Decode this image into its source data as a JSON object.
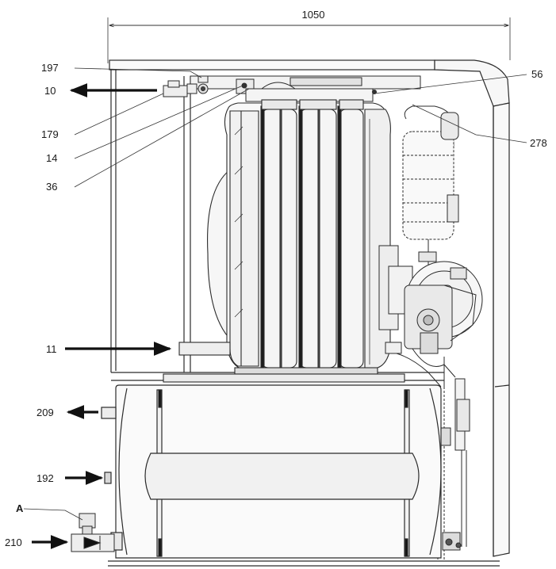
{
  "dimension": {
    "width_label": "1050"
  },
  "callouts": {
    "c197": "197",
    "c10": "10",
    "c179": "179",
    "c14": "14",
    "c36": "36",
    "c56": "56",
    "c278": "278",
    "c11": "11",
    "c209": "209",
    "c192": "192",
    "cA": "A",
    "c210": "210"
  },
  "colors": {
    "line": "#2b2b2b",
    "arrow": "#111111",
    "fill_light": "#f4f4f4",
    "fill_mid": "#e6e6e6",
    "background": "#ffffff"
  }
}
